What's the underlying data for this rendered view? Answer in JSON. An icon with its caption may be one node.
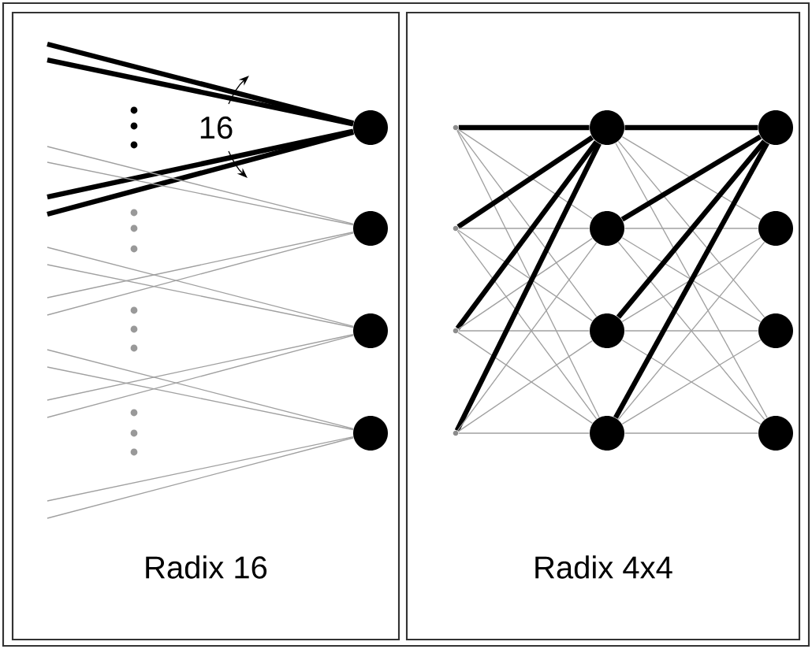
{
  "diagram": {
    "nodes": [
      {
        "text": [
          "Radix 16"
        ]
      },
      {
        "text": [
          "Radix 4x4"
        ]
      },
      {
        "text": [],
        "shape": "circle",
        "in": 0
      },
      {
        "text": [],
        "shape": "circle",
        "in": 0
      },
      {
        "text": [],
        "shape": "circle",
        "in": 0
      },
      {
        "text": [],
        "shape": "circle",
        "in": 0
      },
      {
        "text": [],
        "shape": "circle",
        "in": 1
      },
      {
        "text": [],
        "shape": "circle",
        "in": 1
      },
      {
        "text": [],
        "shape": "circle",
        "in": 1
      },
      {
        "text": [],
        "shape": "circle",
        "in": 1
      },
      {
        "text": [],
        "shape": "circle",
        "in": 1
      },
      {
        "text": [],
        "shape": "circle",
        "in": 1
      },
      {
        "text": [],
        "shape": "circle",
        "in": 1
      },
      {
        "text": [],
        "shape": "circle",
        "in": 1
      },
      {
        "text": [],
        "shape": "circle",
        "in": 1
      },
      {
        "text": [],
        "shape": "circle",
        "in": 1
      },
      {
        "text": [],
        "shape": "circle",
        "in": 1
      },
      {
        "text": [],
        "shape": "circle",
        "in": 1
      }
    ],
    "edges": [
      {
        "from": null,
        "to": 2,
        "arrow": "none",
        "style": "thick",
        "color": "#000000"
      },
      {
        "from": null,
        "to": 2,
        "arrow": "none",
        "style": "thick",
        "color": "#000000"
      },
      {
        "from": null,
        "to": 2,
        "arrow": "none",
        "style": "thick",
        "color": "#000000"
      },
      {
        "from": null,
        "to": 2,
        "arrow": "none",
        "style": "thick",
        "color": "#000000"
      },
      {
        "from": null,
        "to": 3,
        "arrow": "none"
      },
      {
        "from": null,
        "to": 3,
        "arrow": "none"
      },
      {
        "from": null,
        "to": 3,
        "arrow": "none"
      },
      {
        "from": null,
        "to": 3,
        "arrow": "none"
      },
      {
        "from": null,
        "to": 4,
        "arrow": "none"
      },
      {
        "from": null,
        "to": 4,
        "arrow": "none"
      },
      {
        "from": null,
        "to": 4,
        "arrow": "none"
      },
      {
        "from": null,
        "to": 4,
        "arrow": "none"
      },
      {
        "from": null,
        "to": 5,
        "arrow": "none"
      },
      {
        "from": null,
        "to": 5,
        "arrow": "none"
      },
      {
        "from": null,
        "to": 5,
        "arrow": "none"
      },
      {
        "from": null,
        "to": 5,
        "arrow": "none"
      },
      {
        "from": 6,
        "to": 10,
        "arrow": "none",
        "style": "thick",
        "color": "#000000"
      },
      {
        "from": 6,
        "to": 11,
        "arrow": "none"
      },
      {
        "from": 6,
        "to": 12,
        "arrow": "none"
      },
      {
        "from": 6,
        "to": 13,
        "arrow": "none"
      },
      {
        "from": 7,
        "to": 10,
        "arrow": "none",
        "style": "thick",
        "color": "#000000"
      },
      {
        "from": 7,
        "to": 11,
        "arrow": "none"
      },
      {
        "from": 7,
        "to": 12,
        "arrow": "none"
      },
      {
        "from": 7,
        "to": 13,
        "arrow": "none"
      },
      {
        "from": 8,
        "to": 10,
        "arrow": "none",
        "style": "thick",
        "color": "#000000"
      },
      {
        "from": 8,
        "to": 11,
        "arrow": "none"
      },
      {
        "from": 8,
        "to": 12,
        "arrow": "none"
      },
      {
        "from": 8,
        "to": 13,
        "arrow": "none"
      },
      {
        "from": 9,
        "to": 10,
        "arrow": "none",
        "style": "thick",
        "color": "#000000"
      },
      {
        "from": 9,
        "to": 11,
        "arrow": "none"
      },
      {
        "from": 9,
        "to": 12,
        "arrow": "none"
      },
      {
        "from": 9,
        "to": 13,
        "arrow": "none"
      },
      {
        "from": 10,
        "to": 14,
        "arrow": "none",
        "style": "thick",
        "color": "#000000"
      },
      {
        "from": 10,
        "to": 15,
        "arrow": "none"
      },
      {
        "from": 10,
        "to": 16,
        "arrow": "none"
      },
      {
        "from": 10,
        "to": 17,
        "arrow": "none"
      },
      {
        "from": 11,
        "to": 14,
        "arrow": "none",
        "style": "thick",
        "color": "#000000"
      },
      {
        "from": 11,
        "to": 15,
        "arrow": "none"
      },
      {
        "from": 11,
        "to": 16,
        "arrow": "none"
      },
      {
        "from": 11,
        "to": 17,
        "arrow": "none"
      },
      {
        "from": 12,
        "to": 14,
        "arrow": "none",
        "style": "thick",
        "color": "#000000"
      },
      {
        "from": 12,
        "to": 15,
        "arrow": "none"
      },
      {
        "from": 12,
        "to": 16,
        "arrow": "none"
      },
      {
        "from": 12,
        "to": 17,
        "arrow": "none"
      },
      {
        "from": 13,
        "to": 14,
        "arrow": "none",
        "style": "thick",
        "color": "#000000"
      },
      {
        "from": 13,
        "to": 15,
        "arrow": "none"
      },
      {
        "from": 13,
        "to": 16,
        "arrow": "none"
      },
      {
        "from": 13,
        "to": 17,
        "arrow": "none"
      }
    ],
    "labels": [
      "16"
    ]
  }
}
